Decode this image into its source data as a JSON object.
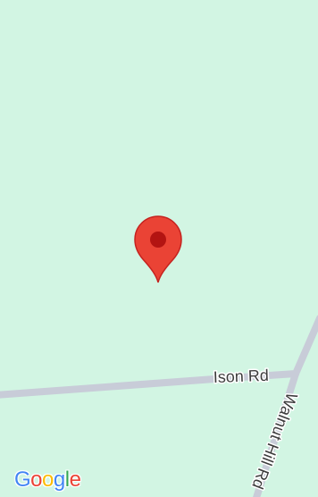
{
  "map": {
    "land_color": "#d2f5e3",
    "road_color": "#c8ccd8",
    "marker": {
      "icon": "map-pin-icon",
      "fill_color": "#ea4335",
      "dot_color": "#b31412"
    },
    "roads": [
      {
        "name": "Ison Rd"
      },
      {
        "name": "Walnut Hill Rd"
      }
    ]
  },
  "attribution": {
    "logo_text": "Google",
    "logo_colors": [
      "#4285f4",
      "#ea4335",
      "#fbbc05",
      "#4285f4",
      "#34a853",
      "#ea4335"
    ]
  }
}
